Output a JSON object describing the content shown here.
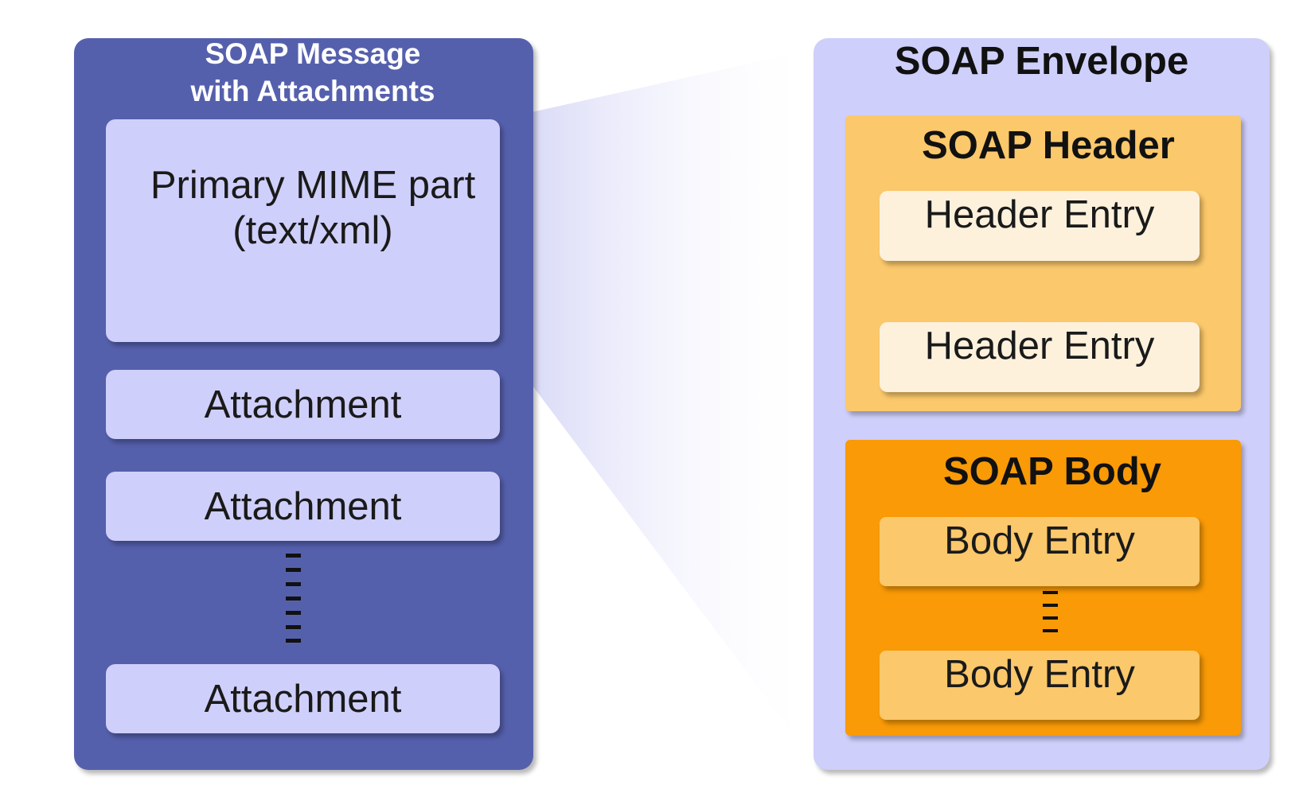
{
  "left": {
    "title_line1": "SOAP Message",
    "title_line2": "with Attachments",
    "primary_line1": "Primary MIME part",
    "primary_line2": "(text/xml)",
    "attachments": [
      "Attachment",
      "Attachment",
      "Attachment"
    ]
  },
  "right": {
    "envelope_title": "SOAP Envelope",
    "header_title": "SOAP Header",
    "header_entries": [
      "Header Entry",
      "Header Entry"
    ],
    "body_title": "SOAP Body",
    "body_entries": [
      "Body Entry",
      "Body Entry"
    ]
  },
  "colors": {
    "message_panel": "#5560ad",
    "lavender": "#cfcffb",
    "header": "#fbc86b",
    "header_entry": "#fdf1dc",
    "body": "#f99a06",
    "body_entry": "#fbc86b"
  }
}
